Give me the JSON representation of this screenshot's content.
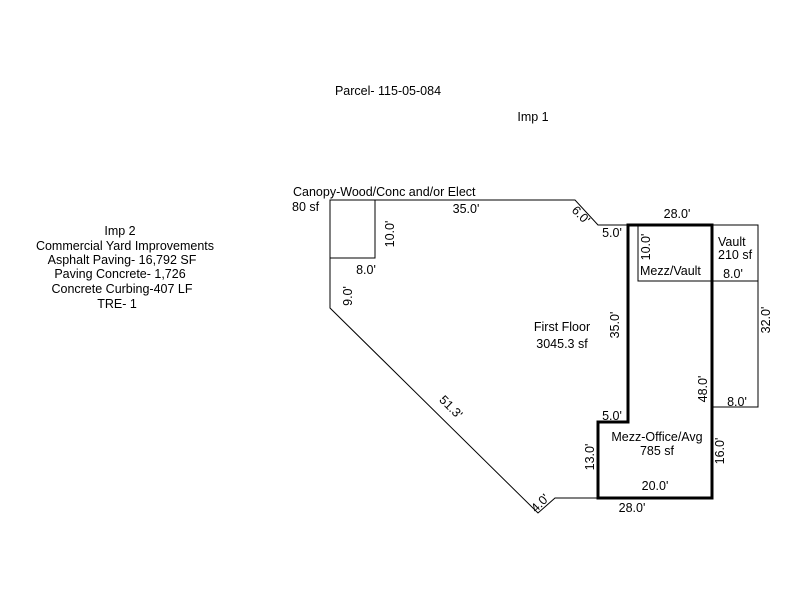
{
  "parcel": {
    "title": "Parcel- 115-05-084",
    "imp1_label": "Imp 1"
  },
  "imp2": {
    "lines": [
      "Imp 2",
      "Commercial Yard Improvements",
      "Asphalt Paving- 16,792 SF",
      "Paving Concrete- 1,726",
      "Concrete Curbing-407 LF",
      "TRE- 1"
    ]
  },
  "areas": {
    "canopy": {
      "name": "Canopy-Wood/Conc and/or Elect",
      "size": "80 sf"
    },
    "first_floor": {
      "name": "First Floor",
      "size": "3045.3 sf"
    },
    "vault": {
      "name": "Vault",
      "size": "210 sf"
    },
    "mezz_vault": {
      "name": "Mezz/Vault"
    },
    "mezz_office": {
      "name": "Mezz-Office/Avg",
      "size": "785 sf"
    }
  },
  "dimensions": {
    "top_35": "35.0'",
    "diag_6": "6.0'",
    "top_28": "28.0'",
    "step_5_top": "5.0'",
    "canopy_10": "10.0'",
    "canopy_8": "8.0'",
    "left_9": "9.0'",
    "diag_51": "51.3'",
    "diag_4": "4.0'",
    "bottom_28": "28.0'",
    "left_35": "35.0'",
    "step_5_mid": "5.0'",
    "mezz_13": "13.0'",
    "mezz_20": "20.0'",
    "mezz_16": "16.0'",
    "mezz_48": "48.0'",
    "mezzvault_10": "10.0'",
    "mezzvault_8": "8.0'",
    "vault_32": "32.0'",
    "vault_8": "8.0'"
  }
}
